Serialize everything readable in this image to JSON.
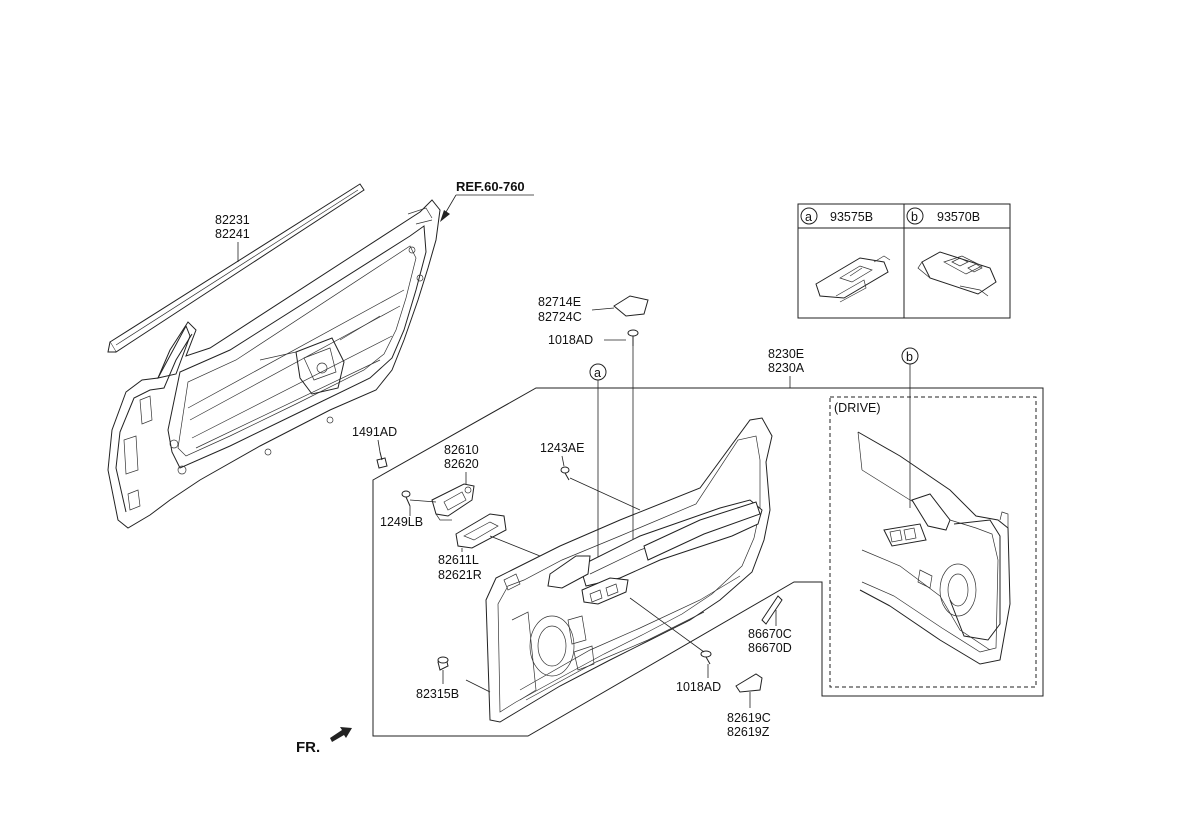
{
  "labels": {
    "beltline_strip": [
      "82231",
      "82241"
    ],
    "ref": "REF.60-760",
    "trim_clip": "1491AD",
    "handle_assy": [
      "82610",
      "82620"
    ],
    "screw_1249": "1249LB",
    "handle_cover": [
      "82611L",
      "82621R"
    ],
    "screw_1243": "1243AE",
    "tweeter_cover": [
      "82714E",
      "82724C"
    ],
    "screw_top": "1018AD",
    "trim_panel": [
      "8230E",
      "8230A"
    ],
    "drive": "(DRIVE)",
    "reflector": [
      "86670C",
      "86670D"
    ],
    "screw_bottom": "1018AD",
    "pocket_cover": [
      "82619C",
      "82619Z"
    ],
    "fastener": "82315B",
    "front": "FR."
  },
  "table": {
    "cells": [
      {
        "mark": "a",
        "part": "93575B"
      },
      {
        "mark": "b",
        "part": "93570B"
      }
    ]
  },
  "callouts": {
    "a": "a",
    "b": "b"
  }
}
